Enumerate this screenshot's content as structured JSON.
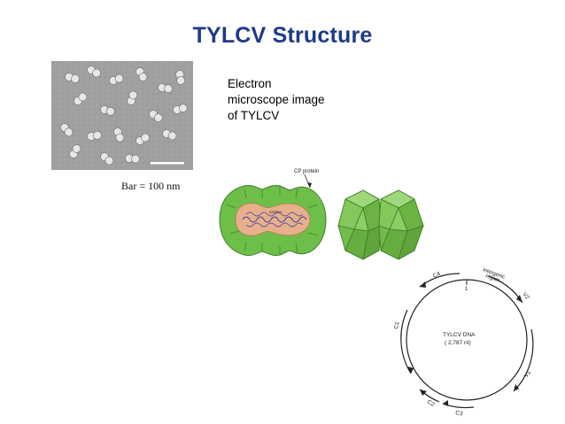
{
  "slide": {
    "title": "TYLCV Structure",
    "em_caption": "Bar = 100 nm",
    "description": "Electron\nmicroscope image\nof TYLCV"
  },
  "capsid_diagram": {
    "cp_label": "CP protein",
    "inner_label": "ssDNA"
  },
  "genome_map": {
    "center_label": "TYLCV DNA",
    "size_label": "( 2,787 nt)",
    "region_label_line1": "intergenic",
    "region_label_line2": "region",
    "origin_marker": "1",
    "orfs": [
      "C4",
      "V2",
      "V1",
      "C1",
      "C2",
      "C3"
    ]
  },
  "colors": {
    "title": "#1f3a8a",
    "capsid_green": "#6ebf4a",
    "capsid_core": "#e8b08a",
    "em_background": "#9a9a9a"
  }
}
